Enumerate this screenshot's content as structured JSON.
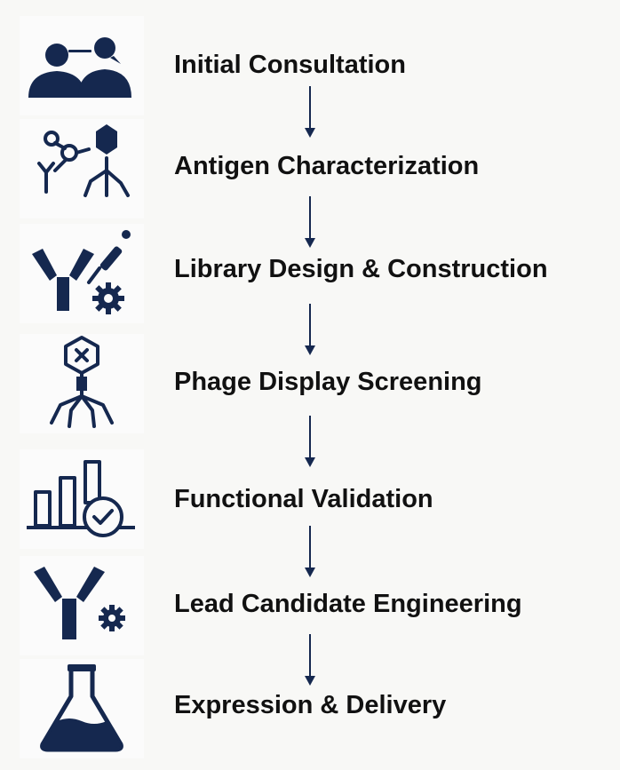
{
  "colors": {
    "icon_navy": "#15284f",
    "text": "#111111",
    "background": "#f8f8f6"
  },
  "steps": [
    {
      "label": "Initial Consultation",
      "icon": "consultation-icon"
    },
    {
      "label": "Antigen Characterization",
      "icon": "antigen-molecule-icon"
    },
    {
      "label": "Library Design & Construction",
      "icon": "antibody-pipette-gear-icon"
    },
    {
      "label": "Phage Display Screening",
      "icon": "bacteriophage-icon"
    },
    {
      "label": "Functional Validation",
      "icon": "bar-chart-check-icon"
    },
    {
      "label": "Lead Candidate Engineering",
      "icon": "antibody-gear-icon"
    },
    {
      "label": "Expression & Delivery",
      "icon": "flask-icon"
    }
  ]
}
